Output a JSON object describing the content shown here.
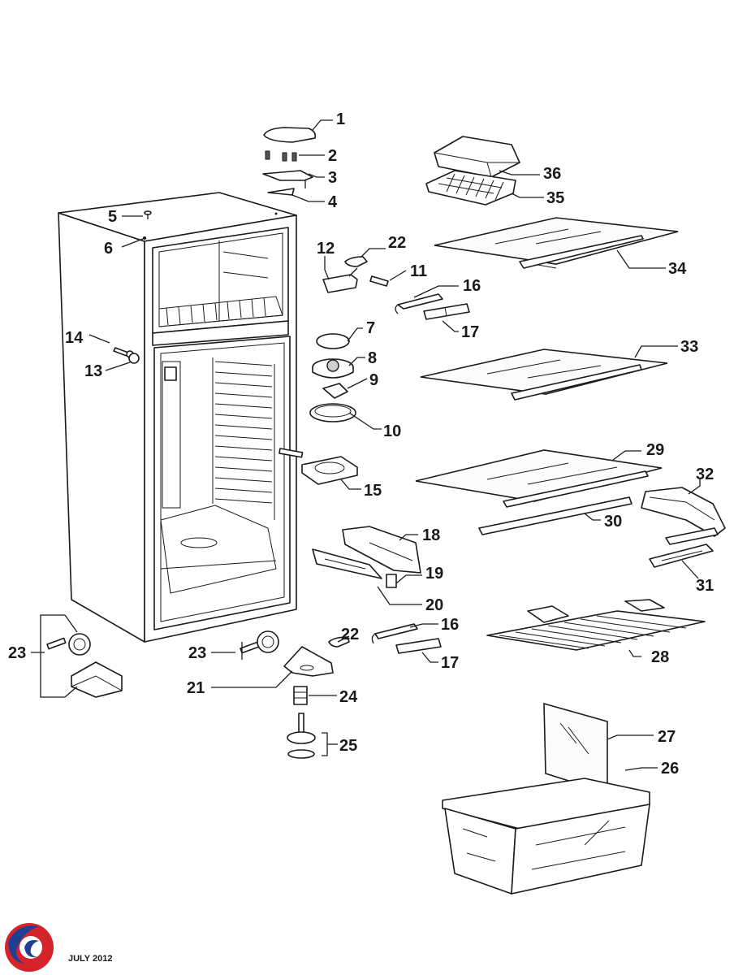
{
  "footer": {
    "date": "JULY 2012"
  },
  "diagram": {
    "callouts": [
      {
        "id": "c1",
        "label": "1"
      },
      {
        "id": "c2",
        "label": "2"
      },
      {
        "id": "c3",
        "label": "3"
      },
      {
        "id": "c4",
        "label": "4"
      },
      {
        "id": "c5",
        "label": "5"
      },
      {
        "id": "c6",
        "label": "6"
      },
      {
        "id": "c7",
        "label": "7"
      },
      {
        "id": "c8",
        "label": "8"
      },
      {
        "id": "c9",
        "label": "9"
      },
      {
        "id": "c10",
        "label": "10"
      },
      {
        "id": "c11",
        "label": "11"
      },
      {
        "id": "c12",
        "label": "12"
      },
      {
        "id": "c13",
        "label": "13"
      },
      {
        "id": "c14",
        "label": "14"
      },
      {
        "id": "c15",
        "label": "15"
      },
      {
        "id": "c16a",
        "label": "16"
      },
      {
        "id": "c16b",
        "label": "16"
      },
      {
        "id": "c17a",
        "label": "17"
      },
      {
        "id": "c17b",
        "label": "17"
      },
      {
        "id": "c18",
        "label": "18"
      },
      {
        "id": "c19",
        "label": "19"
      },
      {
        "id": "c20",
        "label": "20"
      },
      {
        "id": "c21",
        "label": "21"
      },
      {
        "id": "c22a",
        "label": "22"
      },
      {
        "id": "c22b",
        "label": "22"
      },
      {
        "id": "c23a",
        "label": "23"
      },
      {
        "id": "c23b",
        "label": "23"
      },
      {
        "id": "c24",
        "label": "24"
      },
      {
        "id": "c25",
        "label": "25"
      },
      {
        "id": "c26",
        "label": "26"
      },
      {
        "id": "c27",
        "label": "27"
      },
      {
        "id": "c28",
        "label": "28"
      },
      {
        "id": "c29",
        "label": "29"
      },
      {
        "id": "c30",
        "label": "30"
      },
      {
        "id": "c31",
        "label": "31"
      },
      {
        "id": "c32",
        "label": "32"
      },
      {
        "id": "c33",
        "label": "33"
      },
      {
        "id": "c34",
        "label": "34"
      },
      {
        "id": "c35",
        "label": "35"
      },
      {
        "id": "c36",
        "label": "36"
      }
    ]
  },
  "logo": {
    "icon": "brand-swirl-icon",
    "colors": {
      "red": "#d4232b",
      "blue": "#1f3f93"
    }
  }
}
